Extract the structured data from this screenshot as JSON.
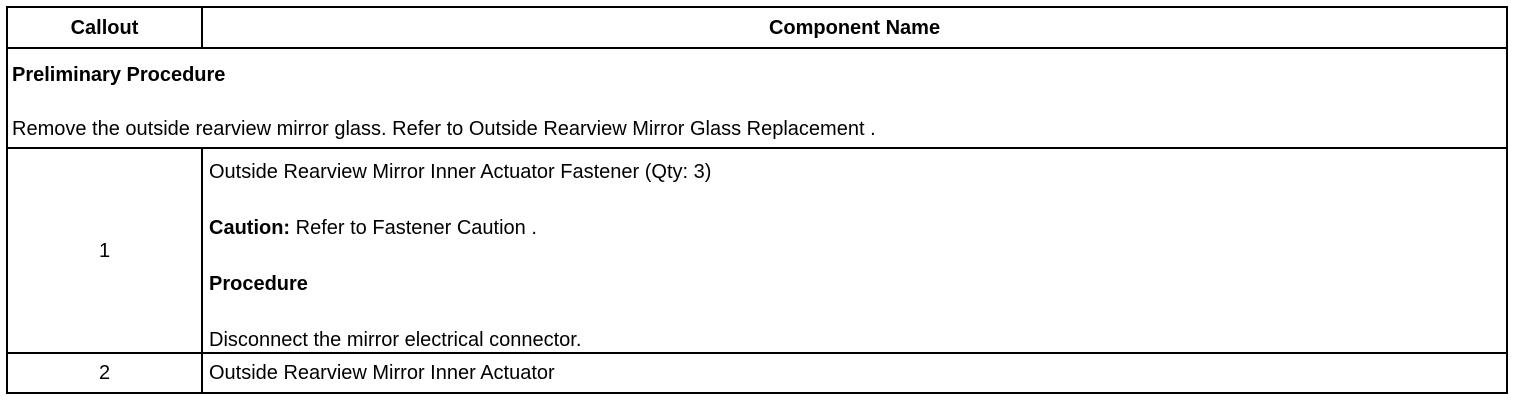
{
  "table": {
    "headers": {
      "callout": "Callout",
      "component_name": "Component Name"
    },
    "preliminary": {
      "title": "Preliminary Procedure",
      "text": "Remove the outside rearview mirror glass. Refer to Outside Rearview Mirror Glass Replacement ."
    },
    "rows": [
      {
        "callout": "1",
        "component": "Outside Rearview Mirror Inner Actuator Fastener (Qty: 3)",
        "caution_label": "Caution:",
        "caution_text": " Refer to Fastener Caution .",
        "procedure_label": "Procedure",
        "procedure_text": "Disconnect the mirror electrical connector."
      },
      {
        "callout": "2",
        "component": "Outside Rearview Mirror Inner Actuator"
      }
    ]
  }
}
